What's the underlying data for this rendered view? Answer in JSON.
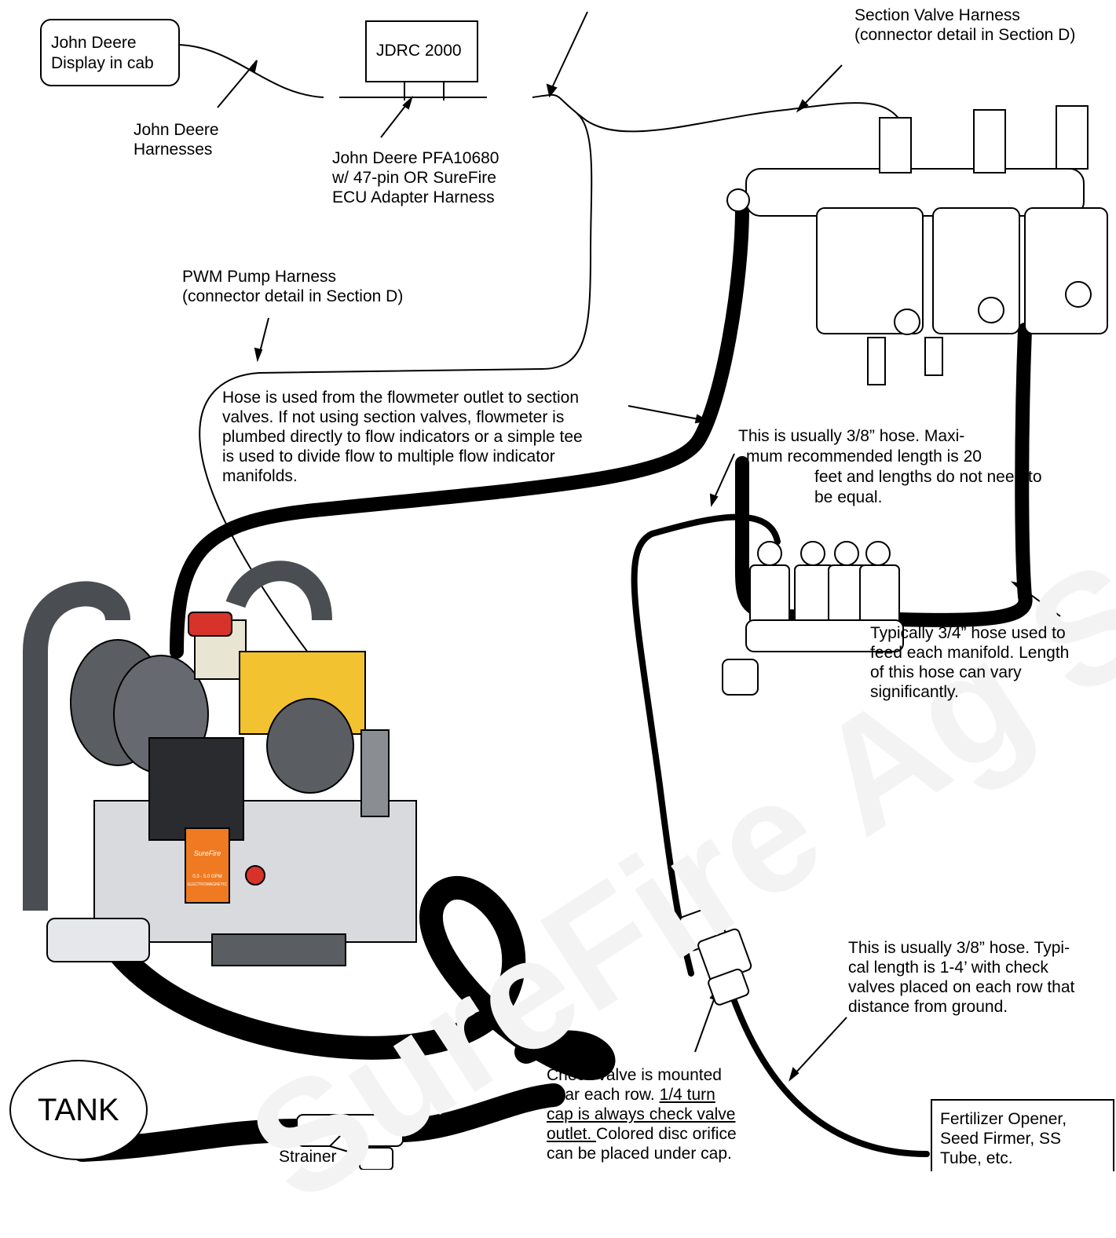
{
  "boxes": {
    "display": [
      "John Deere",
      "Display  in cab"
    ],
    "jdrc": "JDRC 2000",
    "tank": "TANK",
    "opener": [
      "Fertilizer Opener,",
      "Seed Firmer,  SS",
      "Tube, etc."
    ]
  },
  "labels": {
    "jd_harnesses": [
      "John Deere",
      "Harnesses"
    ],
    "adapter": [
      "John Deere PFA10680",
      "w/ 47-pin OR SureFire",
      "ECU Adapter Harness"
    ],
    "section_valve": [
      "Section Valve Harness",
      "(connector detail in Section D)"
    ],
    "pwm_pump": [
      "PWM Pump Harness",
      "(connector detail in Section D)"
    ],
    "hose_flowmeter": [
      "Hose is used from the flowmeter outlet to section",
      "valves.  If not using section valves, flowmeter is",
      "plumbed directly to flow indicators or a simple tee",
      "is used to divide flow to multiple flow indicator",
      "manifolds."
    ],
    "hose_38_manifold": [
      "This is usually 3/8” hose.  Maxi-",
      "mum recommended length is 20",
      "feet and lengths do not need to",
      "be equal."
    ],
    "hose_34": [
      "Typically 3/4” hose used to",
      "feed each manifold.  Length",
      "of this hose can vary",
      "significantly."
    ],
    "hose_38_check": [
      "This is usually 3/8” hose.  Typi-",
      "cal length is 1-4’ with check",
      "valves placed on each row that",
      "distance from ground."
    ],
    "check_valve_1": [
      "Check valve is mounted",
      "near each row.  "
    ],
    "check_valve_u1": "1/4 turn",
    "check_valve_u2": "cap is always check valve",
    "check_valve_u3": "outlet. ",
    "check_valve_3": " Colored disc orifice",
    "check_valve_4": "can be placed under cap.",
    "strainer": "Strainer"
  },
  "flowmeter_label": [
    "SureFire",
    "0.3 - 5.0 GPM",
    "ELECTROMAGNETIC"
  ],
  "watermark": "SureFire Ag Systems",
  "colors": {
    "hose": "#000000",
    "pump_body": "#5a5d62",
    "valve_block": "#f2c230",
    "cap_red": "#d8332b",
    "flowmeter_label": "#f07a22"
  }
}
